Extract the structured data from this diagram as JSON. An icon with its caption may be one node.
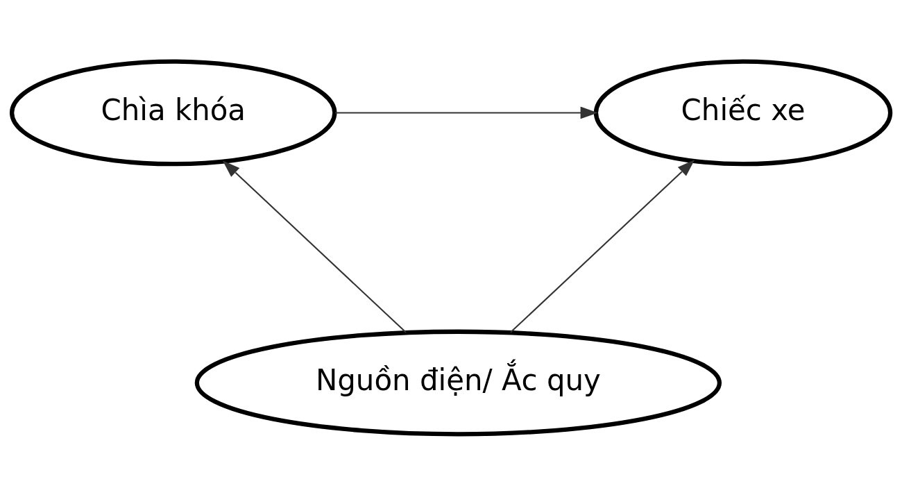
{
  "diagram": {
    "nodes": [
      {
        "text": [
          "Chìa khóa"
        ]
      },
      {
        "text": [
          "Chiếc xe"
        ]
      },
      {
        "text": [
          "Nguồn điện/ Ắc quy"
        ]
      }
    ],
    "edges": [
      {
        "from": 0,
        "to": 1,
        "arrow": "to"
      },
      {
        "from": 2,
        "to": 0,
        "arrow": "to"
      },
      {
        "from": 2,
        "to": 1,
        "arrow": "to"
      }
    ]
  }
}
